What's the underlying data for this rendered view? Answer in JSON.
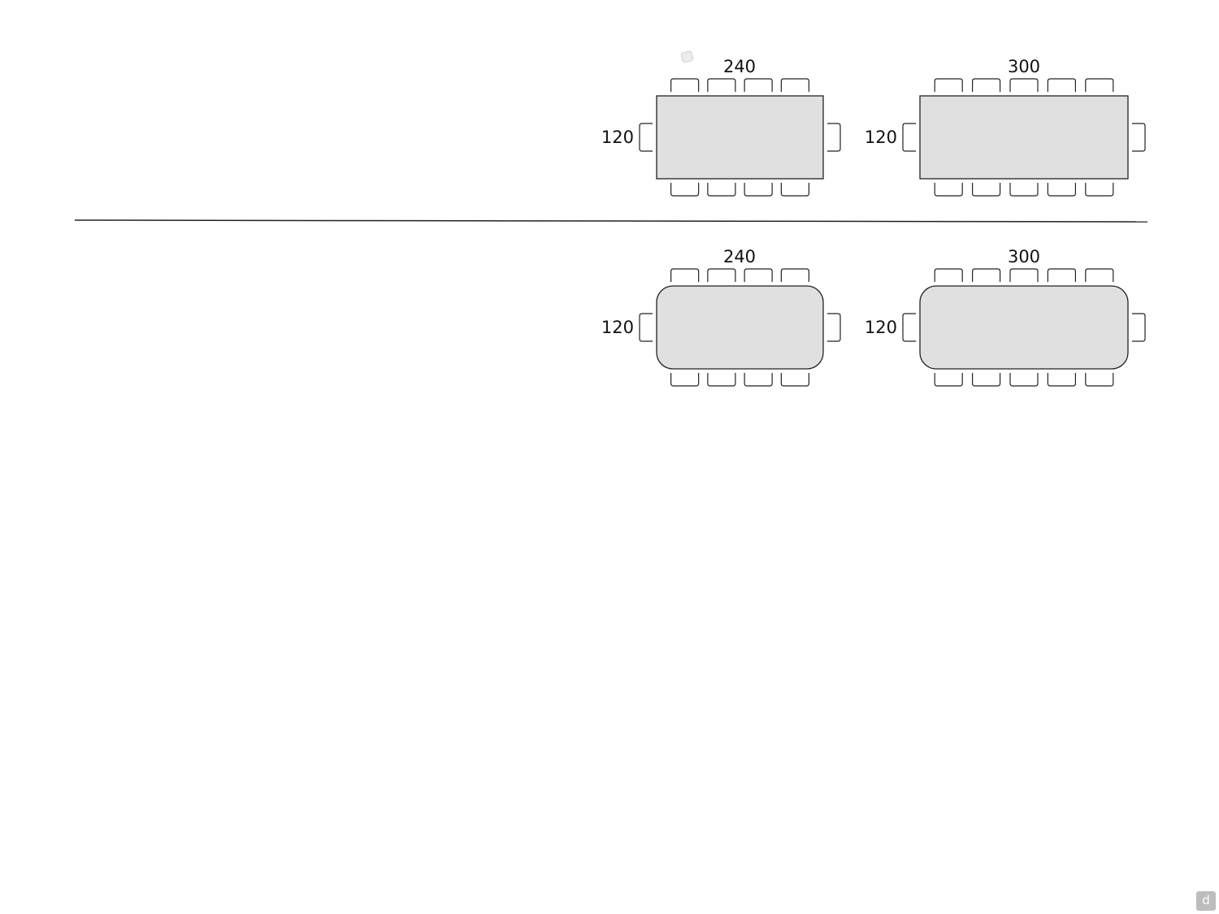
{
  "tables": [
    {
      "id": "rect-240",
      "shape": "rectangular",
      "length_label": "240",
      "width_label": "120",
      "chairs_per_long_side": 4,
      "chairs_per_short_side": 1
    },
    {
      "id": "rect-300",
      "shape": "rectangular",
      "length_label": "300",
      "width_label": "120",
      "chairs_per_long_side": 5,
      "chairs_per_short_side": 1
    },
    {
      "id": "round-240",
      "shape": "rounded-rectangle",
      "length_label": "240",
      "width_label": "120",
      "chairs_per_long_side": 4,
      "chairs_per_short_side": 1
    },
    {
      "id": "round-300",
      "shape": "rounded-rectangle",
      "length_label": "300",
      "width_label": "120",
      "chairs_per_long_side": 5,
      "chairs_per_short_side": 1
    }
  ],
  "colors": {
    "table_fill": "#e0e0e0",
    "stroke": "#222222",
    "text": "#111111",
    "badge": "#bdbdbd"
  },
  "corner_badge": {
    "icon": "d-logo-icon",
    "text": "d"
  }
}
